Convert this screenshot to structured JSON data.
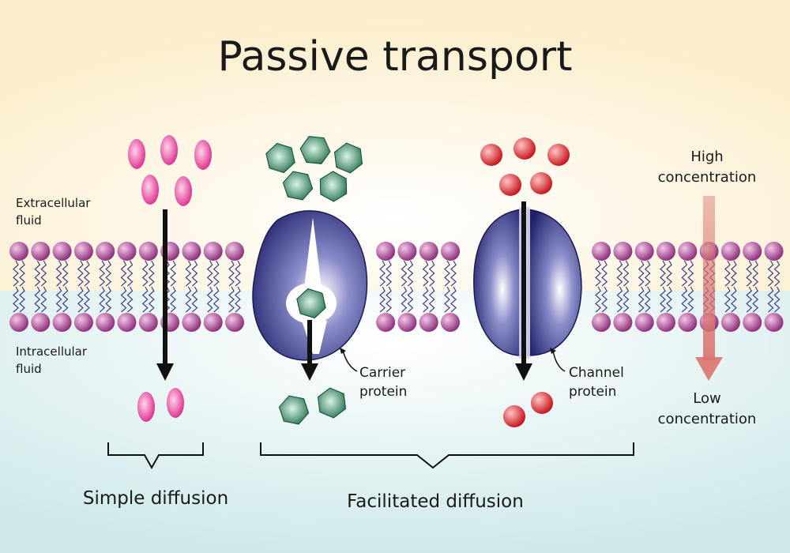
{
  "title": "Passive transport",
  "labels": {
    "extracellular": [
      "Extracellular",
      "fluid"
    ],
    "intracellular": [
      "Intracellular",
      "fluid"
    ],
    "carrier": [
      "Carrier",
      "protein"
    ],
    "channel": [
      "Channel",
      "protein"
    ],
    "high": [
      "High",
      "concentration"
    ],
    "low": [
      "Low",
      "concentration"
    ],
    "simple": "Simple diffusion",
    "facilitated": "Facilitated diffusion"
  },
  "colors": {
    "extracellular_bg": "#fbeecb",
    "intracellular_bg": "#cfe9ea",
    "phospholipid_head": "#b1479b",
    "protein": "#2c2c7a",
    "simple_molecule": "#e8459b",
    "carrier_molecule": "#1f7a55",
    "channel_molecule": "#e0202a",
    "gradient_arrow": "#d9736e"
  }
}
